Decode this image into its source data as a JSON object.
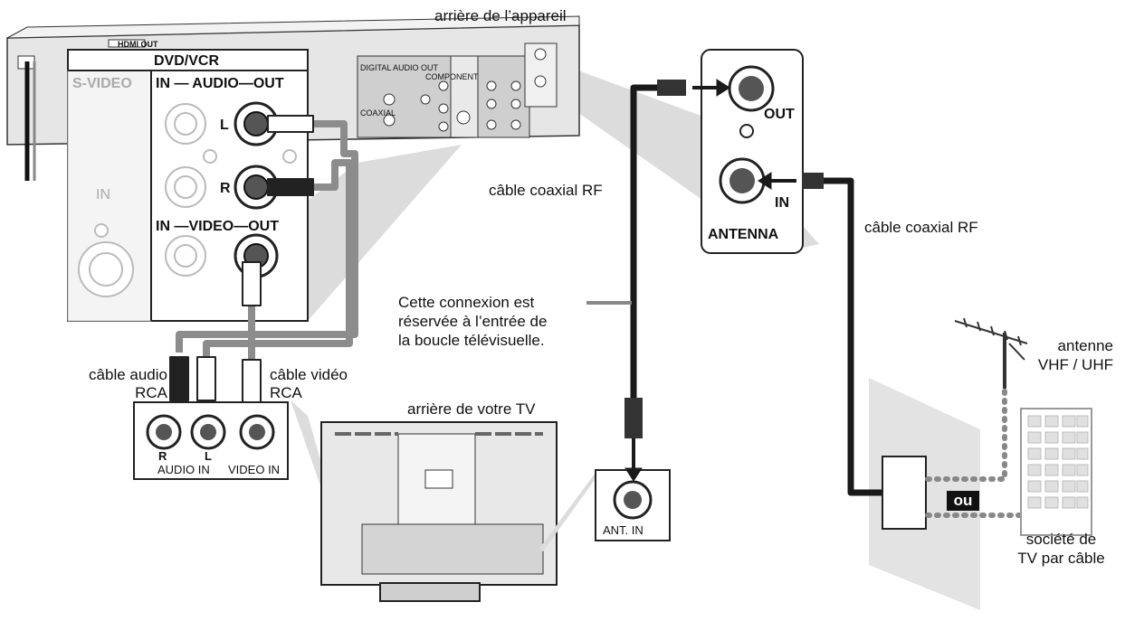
{
  "labels": {
    "back_of_device": "arrière de l’appareil",
    "dvd_vcr": "DVD/VCR",
    "s_video": "S-VIDEO",
    "audio_in_out": "IN — AUDIO—OUT",
    "video_in_out": "IN —VIDEO—OUT",
    "in_left": "IN",
    "L": "L",
    "R": "R",
    "out": "OUT",
    "in": "IN",
    "antenna": "ANTENNA",
    "coax_left": "câble coaxial RF",
    "coax_right": "câble coaxial RF",
    "note_line1": "Cette connexion est",
    "note_line2": "réservée à l’entrée de",
    "note_line3": "la boucle télévisuelle.",
    "audio_cable_1": "câble audio",
    "audio_cable_2": "RCA",
    "video_cable_1": "câble vidéo",
    "video_cable_2": "RCA",
    "tv_back": "arrière de votre TV",
    "panel_R": "R",
    "panel_L": "L",
    "audio_in": "AUDIO IN",
    "video_in": "VIDEO IN",
    "ant_in": "ANT. IN",
    "antenna_vhf_1": "antenne",
    "antenna_vhf_2": "VHF / UHF",
    "ou": "ou",
    "cable_co_1": "société de",
    "cable_co_2": "TV par câble",
    "hdmi_out": "HDMI OUT",
    "digital_audio_out": "DIGITAL AUDIO OUT",
    "coaxial": "COAXIAL",
    "component": "COMPONENT"
  },
  "colors": {
    "cable_dark": "#1a1a1a",
    "cable_grey": "#8c8c8c",
    "panel_grey": "#bdbdbd",
    "shade": "#dcdcdc",
    "device": "#e6e6e6"
  }
}
